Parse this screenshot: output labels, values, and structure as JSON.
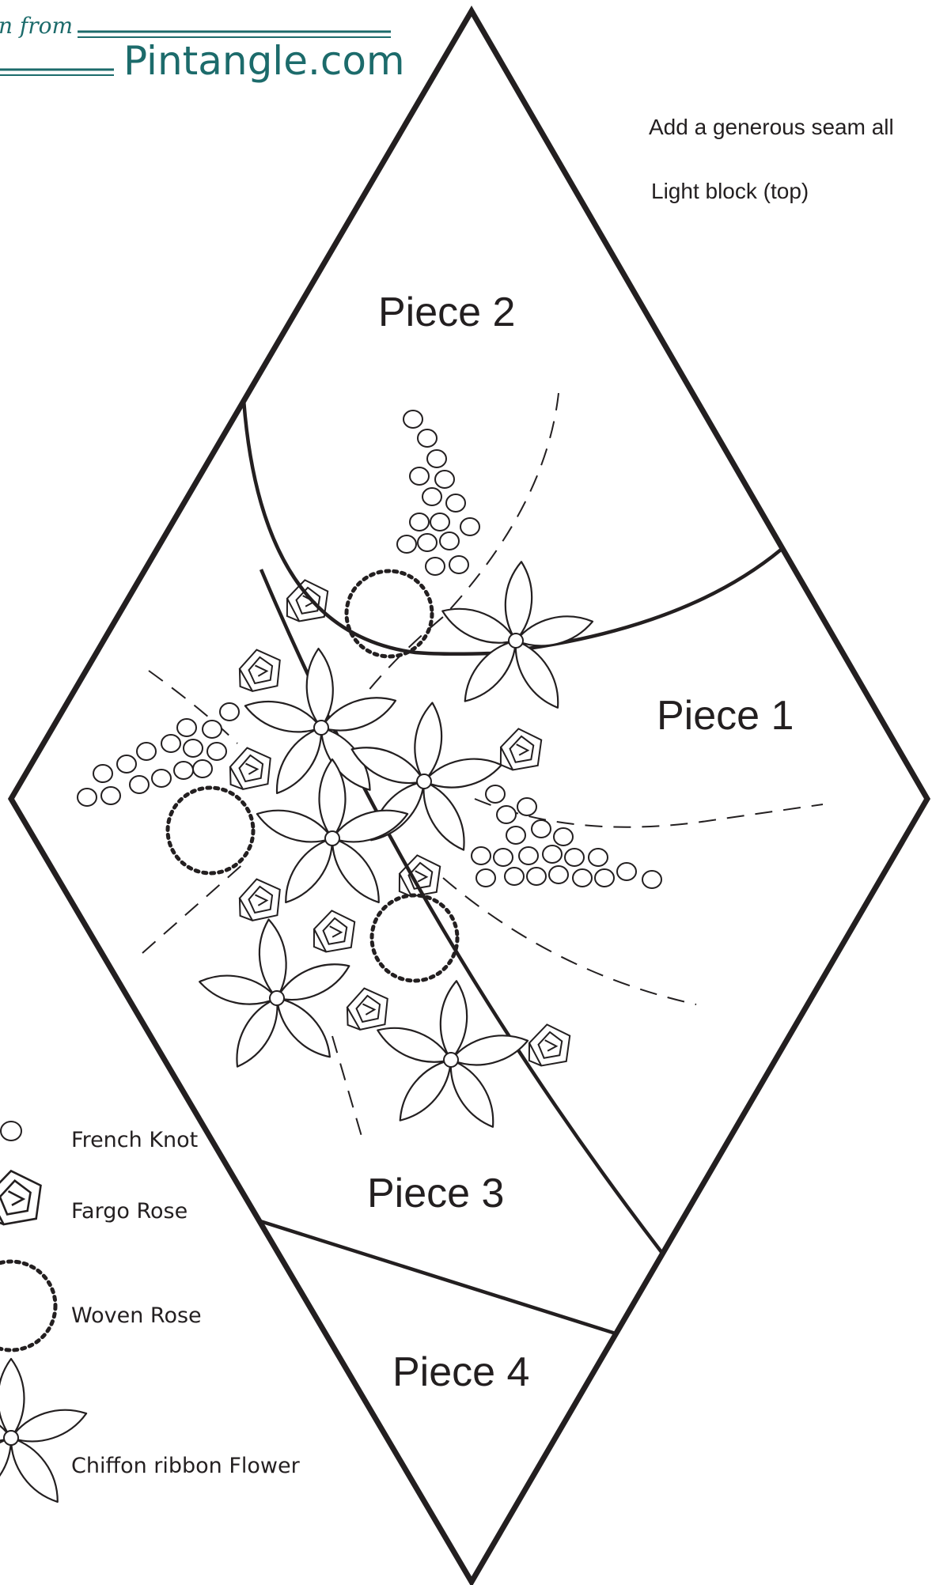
{
  "brand": {
    "prefix": "n from",
    "name": "Pintangle.com",
    "color": "#1c6b6b"
  },
  "notes": {
    "seam": "Add a generous seam all",
    "block": "Light block (top)"
  },
  "pieces": [
    {
      "id": "piece-2",
      "label": "Piece 2"
    },
    {
      "id": "piece-1",
      "label": "Piece 1"
    },
    {
      "id": "piece-3",
      "label": "Piece 3"
    },
    {
      "id": "piece-4",
      "label": "Piece 4"
    }
  ],
  "legend": [
    {
      "icon": "french-knot-icon",
      "label": "French Knot"
    },
    {
      "icon": "fargo-rose-icon",
      "label": "Fargo Rose"
    },
    {
      "icon": "woven-rose-icon",
      "label": "Woven Rose"
    },
    {
      "icon": "chiffon-flower-icon",
      "label": "Chiffon ribbon  Flower"
    }
  ],
  "colors": {
    "line": "#231f20",
    "background": "#ffffff"
  }
}
